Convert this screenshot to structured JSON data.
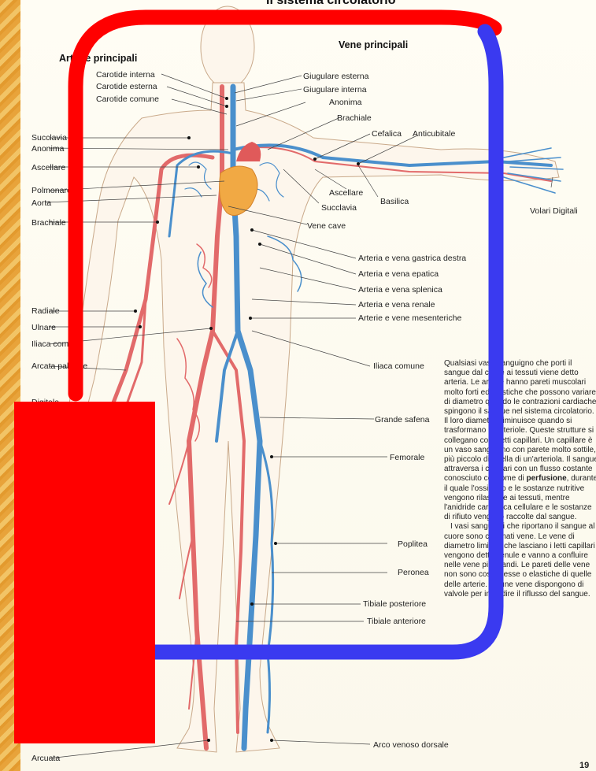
{
  "title": "Il sistema circolatorio",
  "page_number": "19",
  "headers": {
    "arteries": "Arterie principali",
    "veins": "Vene principali"
  },
  "left_labels": [
    "Carotide interna",
    "Carotide esterna",
    "Carotide comune",
    "Succlavia",
    "Anonima",
    "Ascellare",
    "Polmonare",
    "Aorta",
    "Brachiale",
    "Radiale",
    "Ulnare",
    "Iliaca comune",
    "Arcata palmare",
    "Digitale",
    "Arcuata"
  ],
  "right_labels": [
    "Giugulare esterna",
    "Giugulare interna",
    "Anonima",
    "Brachiale",
    "Cefalica",
    "Anticubitale",
    "Ascellare",
    "Basilica",
    "Succlavia",
    "Volari Digitali",
    "Vene cave",
    "Arteria e vena gastrica destra",
    "Arteria e vena epatica",
    "Arteria e vena splenica",
    "Arteria e vena renale",
    "Arterie e vene mesenteriche",
    "Iliaca comune",
    "Grande safena",
    "Femorale",
    "Poplitea",
    "Peronea",
    "Tibiale posteriore",
    "Tibiale anteriore",
    "Arco venoso dorsale"
  ],
  "text": {
    "p1_a": "Qualsiasi vaso sanguigno che porti il sangue dal cuore ai tessuti viene detto arteria. Le arterie hanno pareti muscolari molto forti ed elastiche che possono variare di diametro quando le contrazioni cardiache spingono il sangue nel sistema circolatorio. Il loro diametro diminuisce quando si trasformano in arteriole. Queste strutture si collegano con i letti capillari. Un capillare è un vaso sanguigno con parete molto sottile, più piccolo di quella di un'arteriola. Il sangue attraversa i capillari con un flusso costante conosciuto col nome di ",
    "p1_bold": "perfusione",
    "p1_b": ", durante il quale l'ossigeno e le sostanze nutritive vengono rilasciate ai tessuti, mentre l'anidride carbonica cellulare e le sostanze di rifiuto vengono raccolte dal sangue.",
    "p2": "I vasi sanguigni che riportano il sangue al cuore sono chiamati vene. Le vene di diametro limitato che lasciano i letti capillari vengono dette venule e vanno a confluire nelle vene più grandi. Le pareti delle vene non sono così spesse o elastiche di quelle delle arterie. Alcune vene dispongono di valvole per impedire il riflusso del sangue."
  },
  "overlay": {
    "red": "#ff0000",
    "blue": "#3a3af0"
  },
  "colors": {
    "artery": "#e57373",
    "vein": "#4a90c8",
    "heart": "#f2a93b",
    "skin": "#fdf7ee"
  }
}
